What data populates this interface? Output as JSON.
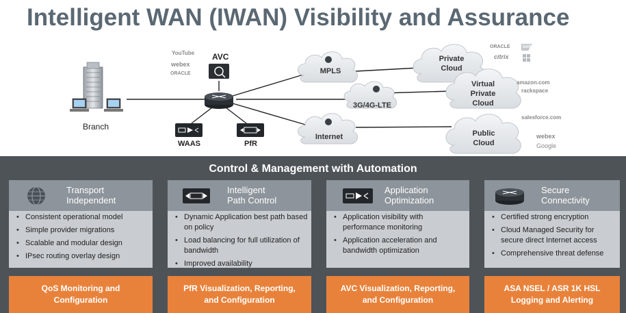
{
  "title": "Intelligent WAN (IWAN) Visibility and Assurance",
  "diagram": {
    "branch_label": "Branch",
    "avc_label": "AVC",
    "waas_label": "WAAS",
    "pfr_label": "PfR",
    "clouds": {
      "mpls": "MPLS",
      "lte": "3G/4G-LTE",
      "internet": "Internet",
      "private": "Private Cloud",
      "virtual_private": "Virtual Private Cloud",
      "public": "Public Cloud"
    },
    "logos": {
      "youtube": "YouTube",
      "webex1": "webex",
      "oracle1": "ORACLE",
      "oracle2": "ORACLE",
      "sap": "SAP",
      "citrix": "citrix",
      "windows": "Windows",
      "amazon": "amazon.com",
      "rackspace": "rackspace",
      "salesforce": "salesforce.com",
      "webex2": "webex",
      "google": "Google"
    },
    "colors": {
      "cloud_fill": "#e6e9ec",
      "cloud_stroke": "#c3c8cd",
      "line": "#222222"
    }
  },
  "band": {
    "title": "Control & Management with Automation",
    "color": "#4e5358"
  },
  "panels": [
    {
      "title_l1": "Transport",
      "title_l2": "Independent",
      "icon": "globe-icon",
      "bullets": [
        "Consistent operational model",
        "Simple provider migrations",
        "Scalable and modular design",
        "IPsec routing overlay design"
      ]
    },
    {
      "title_l1": "Intelligent",
      "title_l2": "Path Control",
      "icon": "path-control-icon",
      "bullets": [
        "Dynamic Application best path based on policy",
        "Load balancing for full utilization of bandwidth",
        "Improved availability"
      ]
    },
    {
      "title_l1": "Application",
      "title_l2": "Optimization",
      "icon": "waas-icon",
      "bullets": [
        "Application visibility with performance monitoring",
        "Application acceleration and bandwidth optimization"
      ]
    },
    {
      "title_l1": "Secure",
      "title_l2": "Connectivity",
      "icon": "router-icon",
      "bullets": [
        "Certified strong encryption",
        "Cloud Managed Security for secure direct Internet access",
        "Comprehensive threat defense"
      ]
    }
  ],
  "footer": [
    {
      "l1": "QoS Monitoring and",
      "l2": "Configuration"
    },
    {
      "l1": "PfR Visualization, Reporting,",
      "l2": "and Configuration"
    },
    {
      "l1": "AVC Visualization, Reporting,",
      "l2": "and Configuration"
    },
    {
      "l1": "ASA NSEL / ASR 1K HSL",
      "l2": "Logging and Alerting"
    }
  ],
  "accent": "#e8823b"
}
